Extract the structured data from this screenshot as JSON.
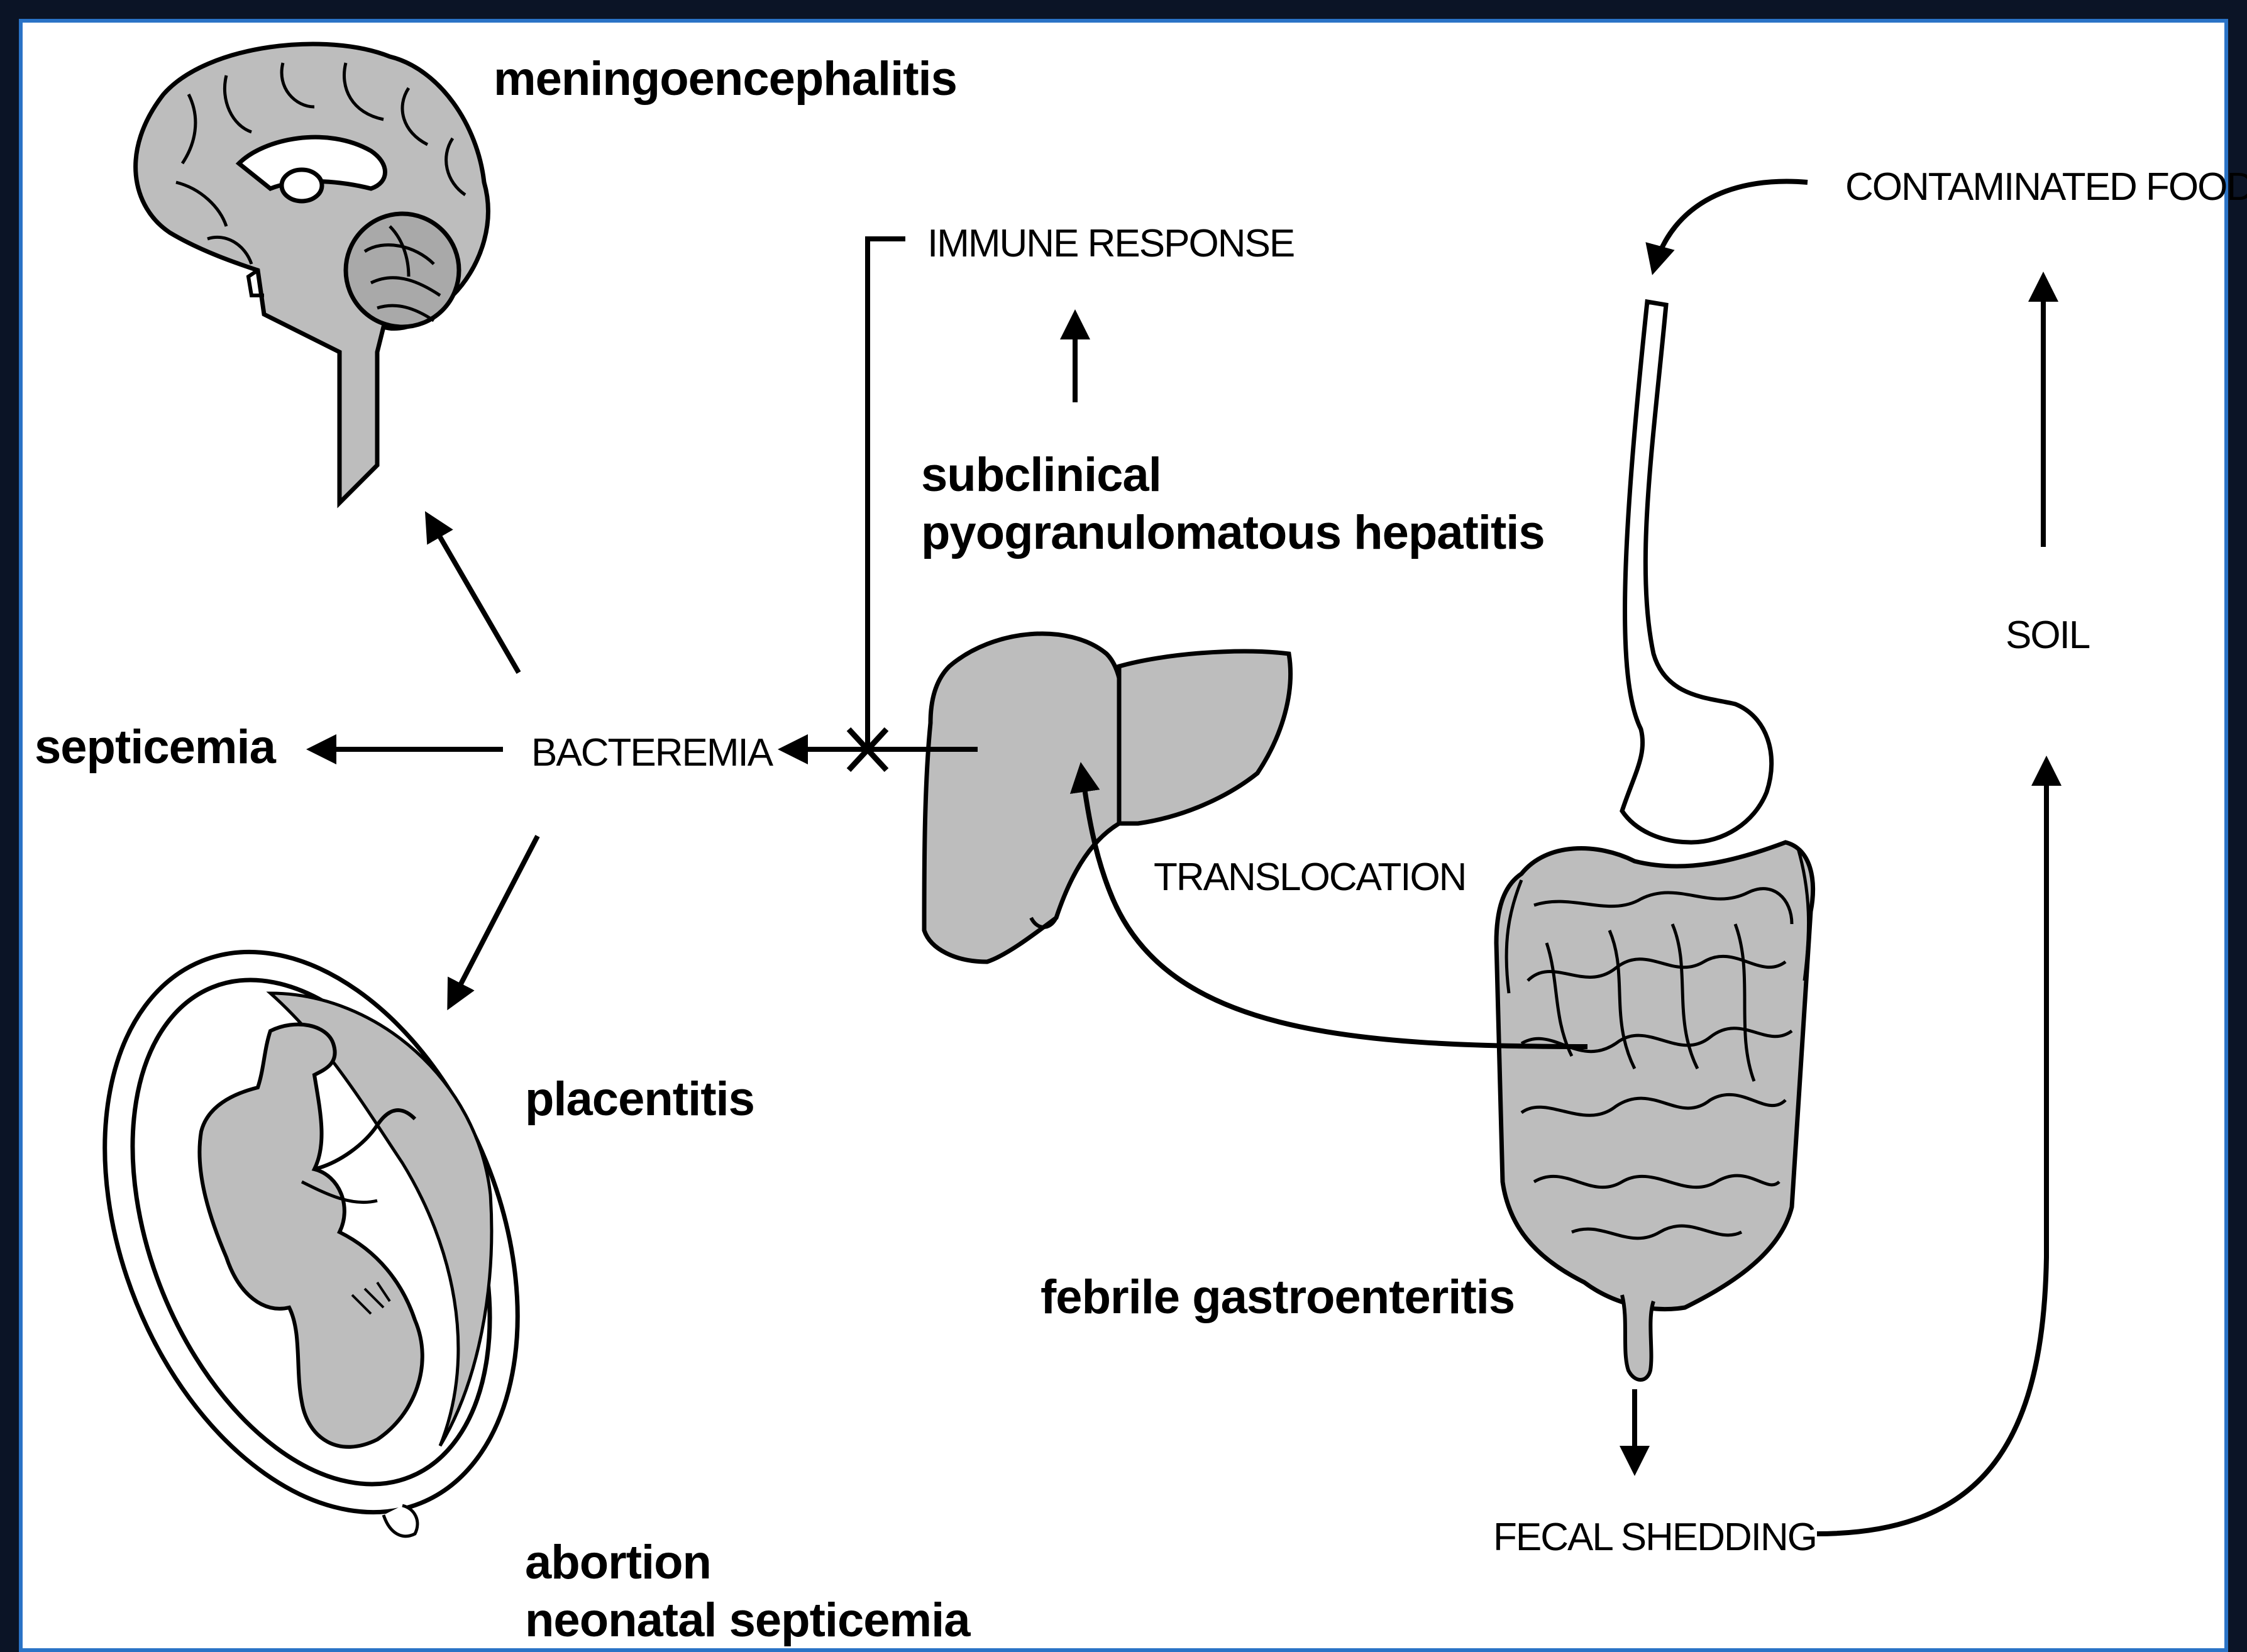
{
  "labels": {
    "meningoencephalitis": "meningoencephalitis",
    "septicemia": "septicemia",
    "bacteremia": "BACTEREMIA",
    "placentitis": "placentitis",
    "abortion": "abortion",
    "neonatal_septicemia": "neonatal septicemia",
    "immune_response": "IMMUNE RESPONSE",
    "subclinical": "subclinical",
    "hepatitis": "pyogranulomatous hepatitis",
    "translocation": "TRANSLOCATION",
    "febrile_gastroenteritis": "febrile gastroenteritis",
    "contaminated_food": "CONTAMINATED FOOD",
    "soil": "SOIL",
    "fecal_shedding": "FECAL SHEDDING"
  },
  "illustrations": [
    "brain-icon",
    "liver-icon",
    "intestine-icon",
    "fetus-uterus-icon"
  ],
  "colors": {
    "organ_fill": "#bdbdbd",
    "line": "#000000",
    "border": "#2a73c6",
    "outer_background": "#0b1426"
  }
}
